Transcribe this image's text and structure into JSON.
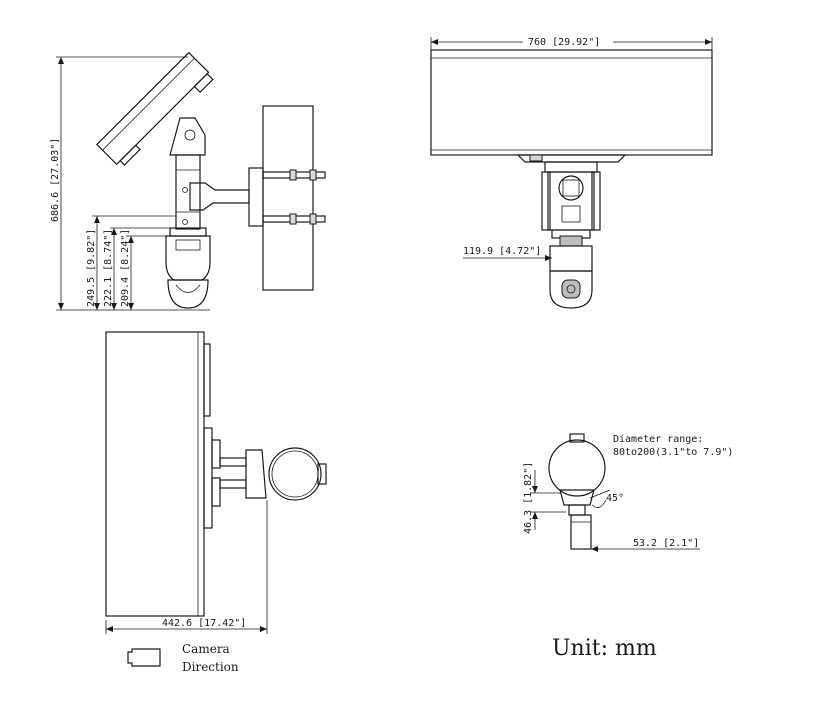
{
  "dimensions": {
    "total_height": "686.6 [27.03\"]",
    "h_249": "249.5 [9.82\"]",
    "h_222": "222.1 [8.74\"]",
    "h_209": "209.4 [8.24\"]",
    "width_760": "760 [29.92\"]",
    "width_119": "119.9 [4.72\"]",
    "width_442": "442.6 [17.42\"]",
    "h_46": "46.3 [1.82\"]",
    "width_53": "53.2 [2.1\"]",
    "angle": "45°"
  },
  "notes": {
    "diameter_line1": "Diameter range:",
    "diameter_line2": "80to200(3.1\"to 7.9\")"
  },
  "legend": {
    "line1": "Camera",
    "line2": "Direction"
  },
  "unit_label": "Unit: mm"
}
